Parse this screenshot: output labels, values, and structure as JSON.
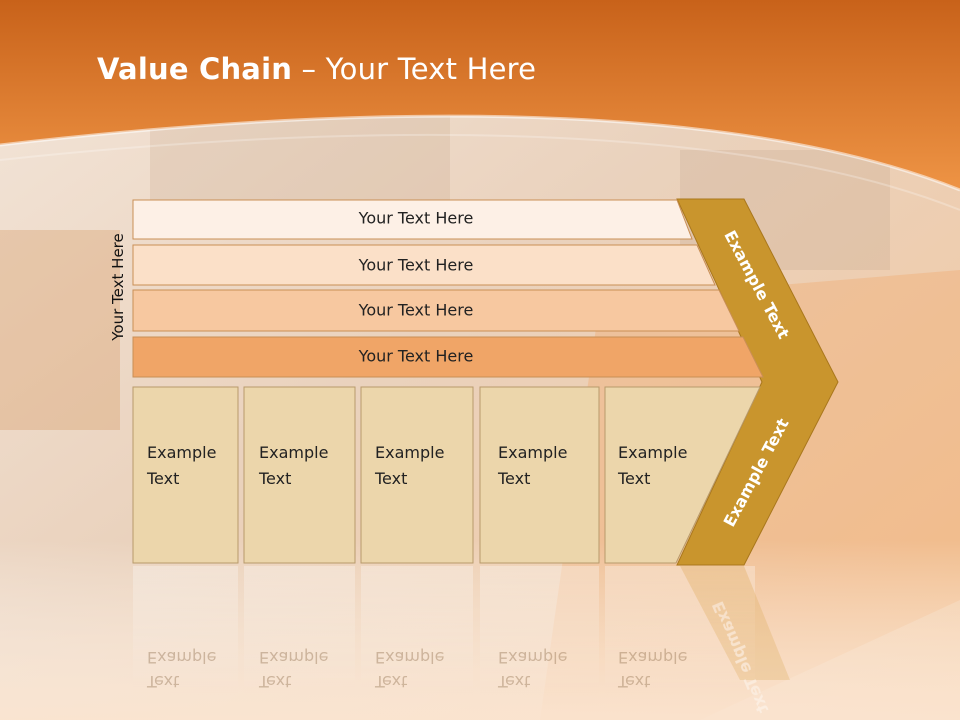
{
  "slide": {
    "title_bold": "Value Chain",
    "title_rest": " – Your Text Here",
    "side_label": "Your Text Here"
  },
  "support_activities": [
    {
      "label": "Your Text Here"
    },
    {
      "label": "Your Text Here"
    },
    {
      "label": "Your Text Here"
    },
    {
      "label": "Your Text Here"
    }
  ],
  "primary_activities": [
    {
      "line1": "Example",
      "line2": "Text"
    },
    {
      "line1": "Example",
      "line2": "Text"
    },
    {
      "line1": "Example",
      "line2": "Text"
    },
    {
      "line1": "Example",
      "line2": "Text"
    },
    {
      "line1": "Example",
      "line2": "Text"
    }
  ],
  "margin_labels": {
    "top": "Example Text",
    "bottom": "Example Text"
  },
  "colors": {
    "header_orange": "#e2792a",
    "bar_1": "#fdf0e6",
    "bar_2": "#fbe0c8",
    "bar_3": "#f7c8a0",
    "bar_4": "#f0a567",
    "box_fill": "#ecd6ab",
    "chevron_gold": "#c9952d"
  }
}
